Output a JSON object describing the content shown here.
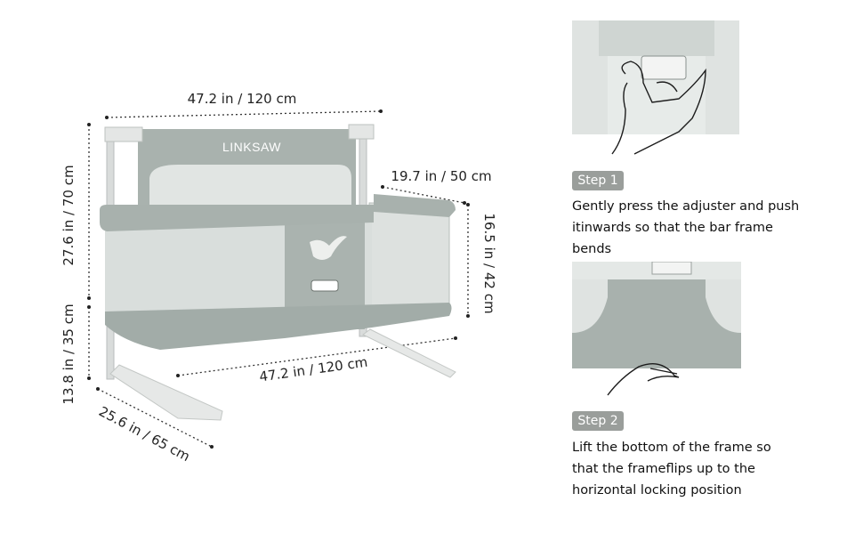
{
  "brand": "LINKSAW",
  "dimensions": {
    "top_width": "47.2 in / 120 cm",
    "bottom_width": "47.2 in / 120 cm",
    "total_height": "27.6 in / 70 cm",
    "leg_height": "13.8 in / 35 cm",
    "side_depth": "19.7 in / 50 cm",
    "side_height": "16.5 in / 42 cm",
    "base_depth": "25.6 in / 65 cm"
  },
  "steps": [
    {
      "badge": "Step 1",
      "text": "Gently press the adjuster and push itinwards so that the bar frame bends"
    },
    {
      "badge": "Step 2",
      "text": "Lift the bottom of the frame so that the frameflips up to the horizontal locking position"
    }
  ],
  "colors": {
    "frame": "#a7b1ad",
    "mesh": "#dfe3e1",
    "badge": "#9a9e9b"
  }
}
